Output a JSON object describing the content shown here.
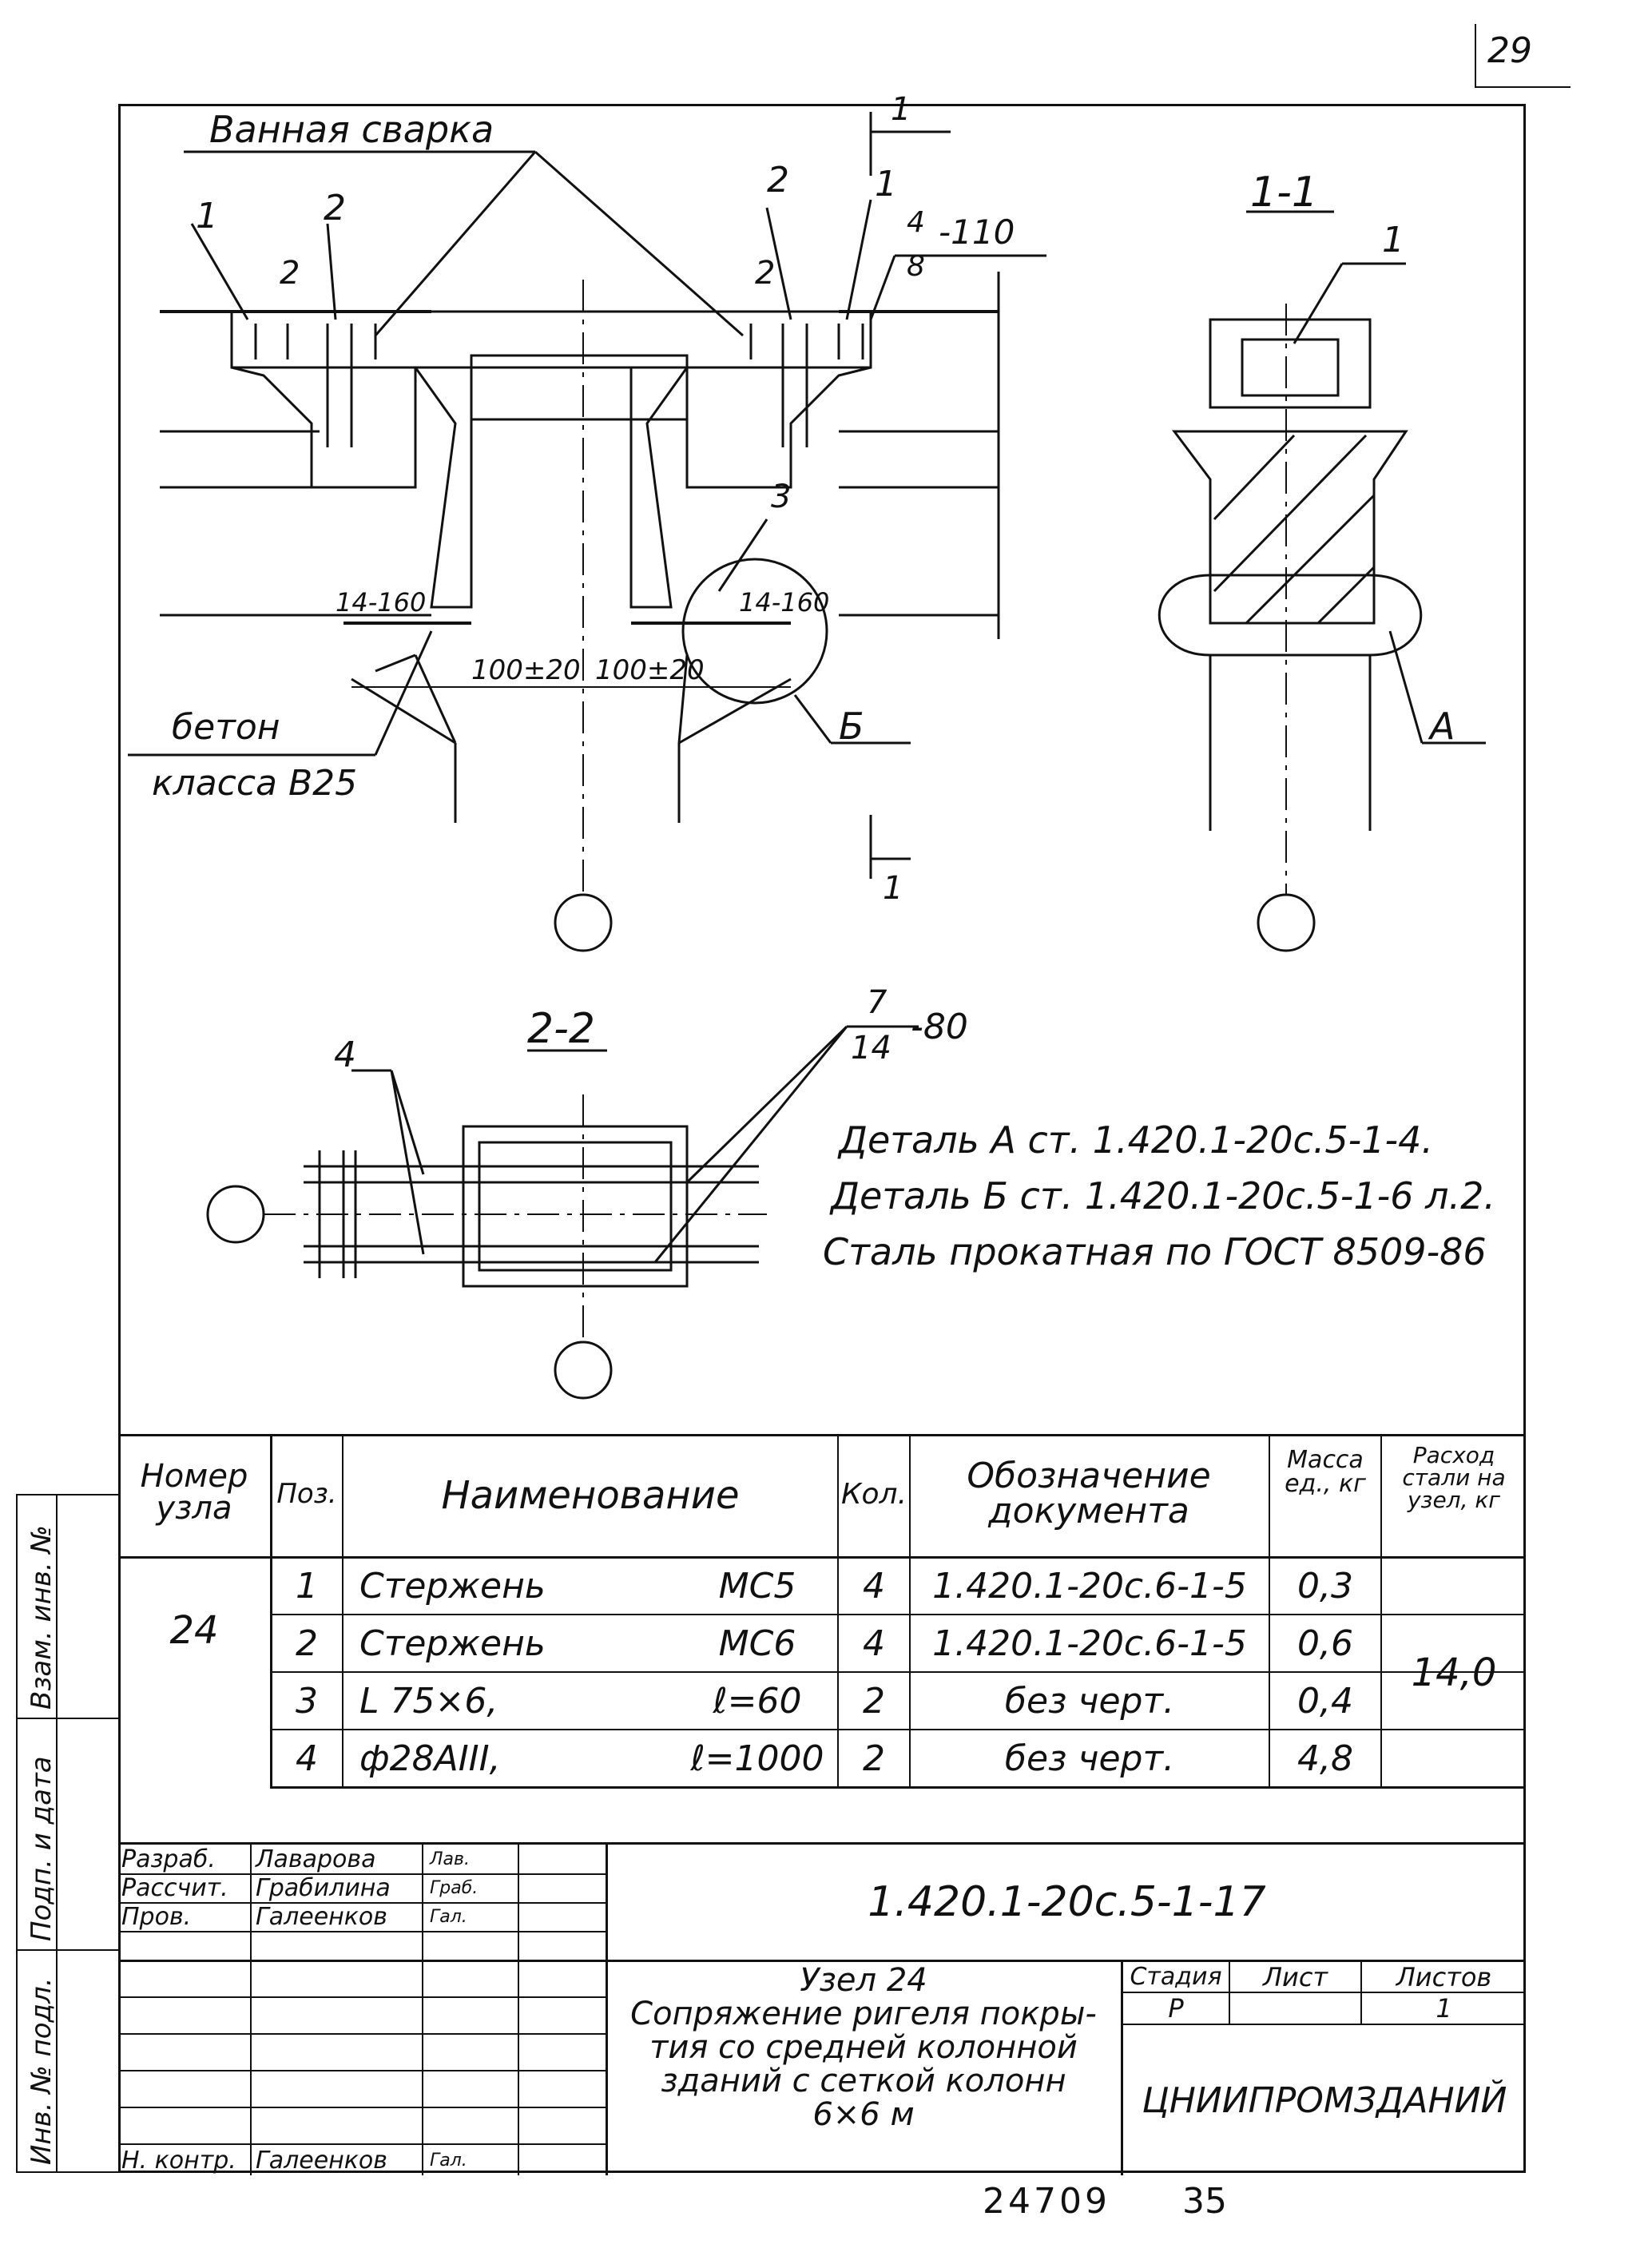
{
  "sheet_number": "29",
  "drawing": {
    "label_weld": "Ванная сварка",
    "label_concrete_1": "бетон",
    "label_concrete_2": "класса В25",
    "section_marker": "1",
    "section_11": "1-1",
    "section_22": "2-2",
    "call_1": "1",
    "call_2": "2",
    "call_3": "3",
    "call_4": "4",
    "weld_top_num": "4",
    "weld_top_den": "8",
    "weld_top_len": "-110",
    "weld_22_num": "7",
    "weld_22_den": "14",
    "weld_22_len": "-80",
    "weld_side": "14-160",
    "dim_left": "100±20",
    "dim_right": "100±20",
    "detail_a": "А",
    "detail_b": "Б"
  },
  "notes": [
    "Деталь А ст. 1.420.1-20с.5-1-4.",
    "Деталь Б ст. 1.420.1-20с.5-1-6 л.2.",
    "Сталь прокатная по ГОСТ 8509-86"
  ],
  "spec_table": {
    "headers": {
      "node": "Номер узла",
      "pos": "Поз.",
      "name": "Наименование",
      "qty": "Кол.",
      "doc": "Обозначение документа",
      "mass": "Масса ед., кг",
      "usage": "Расход стали на узел, кг"
    },
    "node_number": "24",
    "total_usage": "14,0",
    "rows": [
      {
        "pos": "1",
        "name": "Стержень",
        "mark": "МС5",
        "qty": "4",
        "doc": "1.420.1-20с.6-1-5",
        "mass": "0,3"
      },
      {
        "pos": "2",
        "name": "Стержень",
        "mark": "МС6",
        "qty": "4",
        "doc": "1.420.1-20с.6-1-5",
        "mass": "0,6"
      },
      {
        "pos": "3",
        "name": "L 75×6,",
        "mark": "ℓ=60",
        "qty": "2",
        "doc": "без черт.",
        "mass": "0,4"
      },
      {
        "pos": "4",
        "name": "ф28АIII,",
        "mark": "ℓ=1000",
        "qty": "2",
        "doc": "без черт.",
        "mass": "4,8"
      }
    ]
  },
  "title_block": {
    "designation": "1.420.1-20с.5-1-17",
    "roles": [
      {
        "role": "Разраб.",
        "name": "Лаварова",
        "sign": "Лав."
      },
      {
        "role": "Рассчит.",
        "name": "Грабилина",
        "sign": "Граб."
      },
      {
        "role": "Пров.",
        "name": "Галеенков",
        "sign": "Гал."
      },
      {
        "role": "Н. контр.",
        "name": "Галеенков",
        "sign": "Гал."
      }
    ],
    "title_lines": [
      "Узел 24",
      "Сопряжение ригеля покры-",
      "тия со средней колонной",
      "зданий с сеткой колонн",
      "6×6 м"
    ],
    "stage_label": "Стадия",
    "sheet_label": "Лист",
    "sheets_label": "Листов",
    "stage": "Р",
    "sheets": "1",
    "organization": "ЦНИИПРОМЗДАНИЙ"
  },
  "side_strip": {
    "inv_orig": "Инв. № подл.",
    "sign_date": "Подп. и дата",
    "replace_inv": "Взам. инв. №"
  },
  "footer": {
    "code": "24709",
    "page": "35"
  }
}
